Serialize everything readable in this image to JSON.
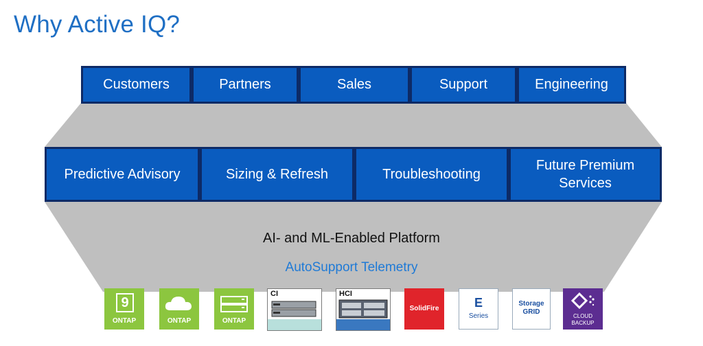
{
  "title": "Why Active IQ?",
  "audiences": [
    "Customers",
    "Partners",
    "Sales",
    "Support",
    "Engineering"
  ],
  "capabilities": [
    "Predictive Advisory",
    "Sizing & Refresh",
    "Troubleshooting",
    "Future Premium Services"
  ],
  "platform_label": "AI- and ML-Enabled Platform",
  "telemetry_label": "AutoSupport Telemetry",
  "products": {
    "ontap9": {
      "mark": "9",
      "label": "ONTAP"
    },
    "ontap_cloud": {
      "label": "ONTAP"
    },
    "ontap_select": {
      "label": "ONTAP"
    },
    "ci": {
      "label": "CI"
    },
    "hci": {
      "label": "HCI"
    },
    "solidfire": {
      "label": "SolidFire"
    },
    "eseries": {
      "mark": "E",
      "label": "Series"
    },
    "storagegrid": {
      "line1": "Storage",
      "line2": "GRID"
    },
    "cloudbackup": {
      "line1": "CLOUD",
      "line2": "BACKUP"
    }
  },
  "colors": {
    "title": "#1f6fc4",
    "box_fill": "#0a5cbf",
    "box_border": "#0d2a66",
    "funnel": "#bfbfbf",
    "telemetry": "#1f7ad6",
    "ontap_green": "#8cc63f",
    "solidfire_red": "#e0242b",
    "eseries_blue": "#1a4fa0",
    "cloudbackup_purple": "#5c2d91"
  }
}
